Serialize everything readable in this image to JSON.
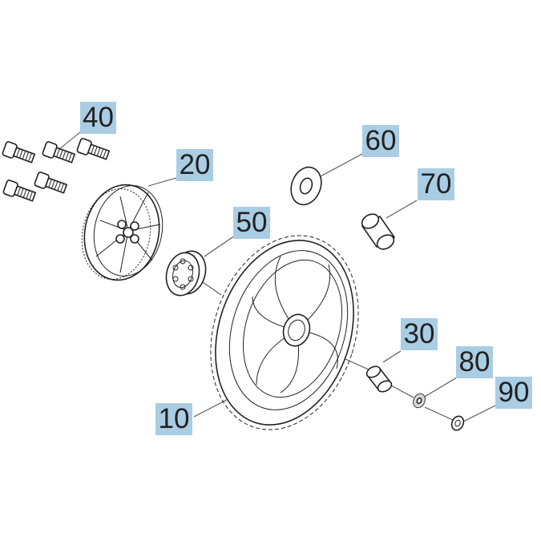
{
  "callouts": {
    "c10": "10",
    "c20": "20",
    "c30": "30",
    "c40": "40",
    "c50": "50",
    "c60": "60",
    "c70": "70",
    "c80": "80",
    "c90": "90"
  },
  "colors": {
    "callout_fill": "#a9cde3",
    "line": "#555555",
    "part_stroke": "#222222"
  }
}
